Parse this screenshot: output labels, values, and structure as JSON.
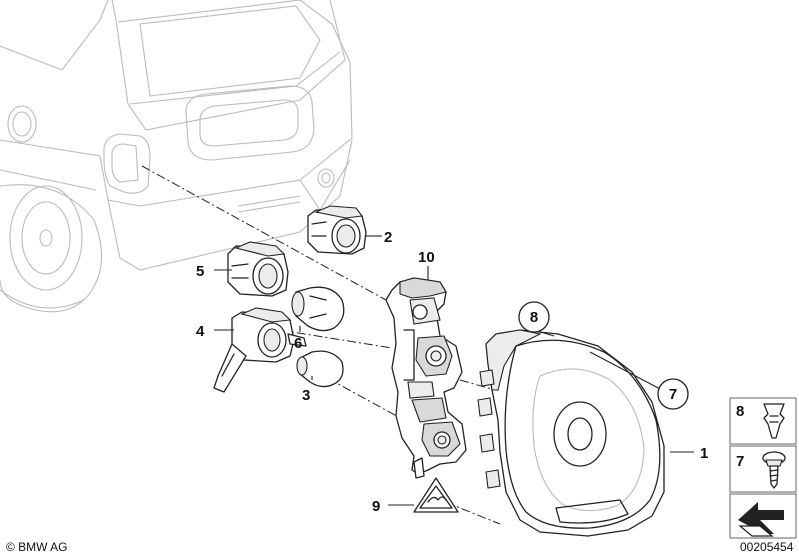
{
  "callouts": {
    "c1": "1",
    "c2": "2",
    "c3": "3",
    "c4": "4",
    "c5": "5",
    "c6": "6",
    "c7": "7",
    "c8": "8",
    "c9": "9",
    "c10": "10"
  },
  "legend": {
    "item8": "8",
    "item7": "7"
  },
  "footer": {
    "copyright": "© BMW AG",
    "diagram_number": "00205454"
  }
}
